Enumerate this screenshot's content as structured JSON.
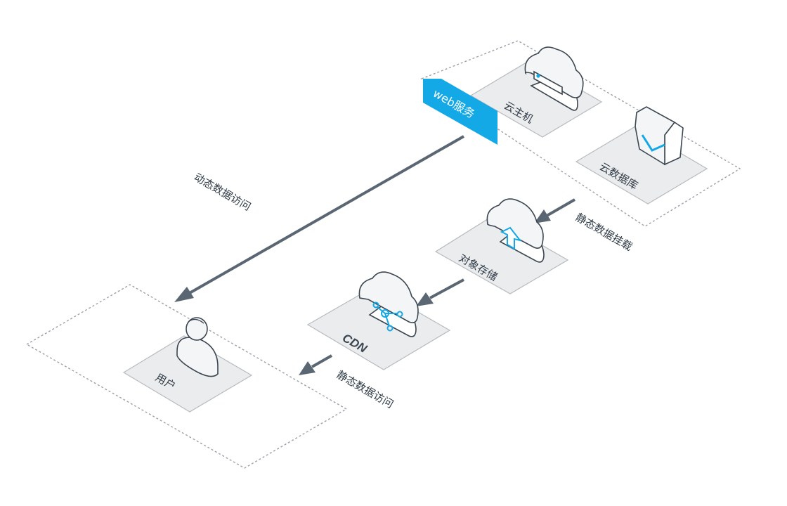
{
  "web_service_tag": "web服务",
  "nodes": {
    "cloud_host": "云主机",
    "cloud_database": "云数据库",
    "object_storage": "对象存储",
    "cdn": "CDN",
    "user": "用户"
  },
  "edges": {
    "dynamic_access": "动态数据访问",
    "static_mount": "静态数据挂载",
    "static_access": "静态数据访问"
  },
  "colors": {
    "accent": "#13a8e6",
    "arrow": "#5a6773",
    "plate": "#ebecee",
    "outline": "#3b4651"
  }
}
